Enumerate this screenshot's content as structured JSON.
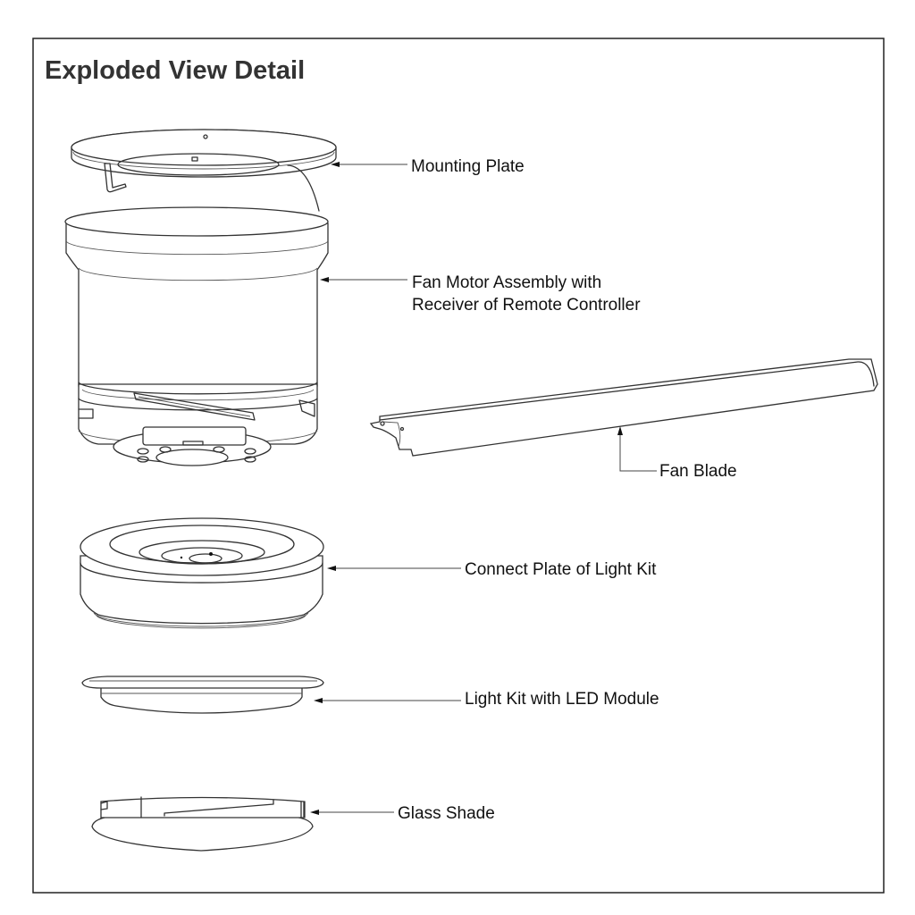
{
  "title": "Exploded View Detail",
  "parts": [
    {
      "label_lines": [
        "Mounting Plate"
      ]
    },
    {
      "label_lines": [
        "Fan Motor Assembly with",
        "Receiver of Remote Controller"
      ]
    },
    {
      "label_lines": [
        "Fan Blade"
      ]
    },
    {
      "label_lines": [
        "Connect Plate of Light Kit"
      ]
    },
    {
      "label_lines": [
        "Light Kit with LED Module"
      ]
    },
    {
      "label_lines": [
        "Glass Shade"
      ]
    }
  ]
}
